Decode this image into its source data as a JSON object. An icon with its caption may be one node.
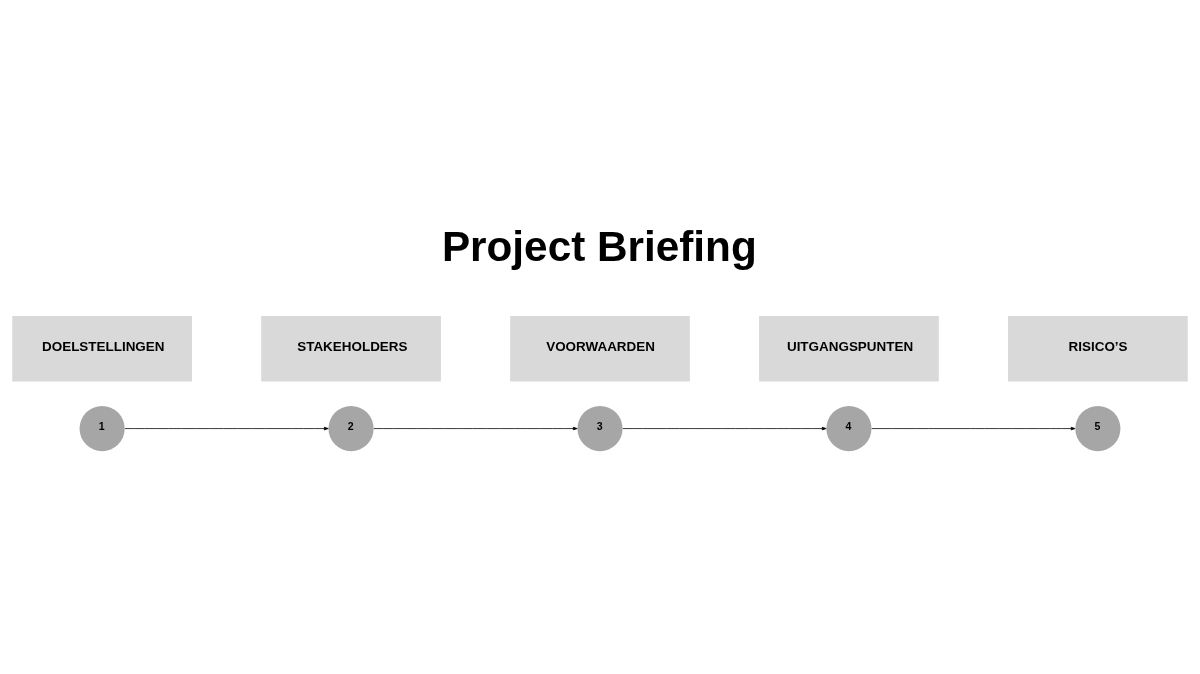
{
  "diagram": {
    "title": "Project Briefing",
    "nodes": [
      {
        "text": [
          "1"
        ]
      },
      {
        "text": [
          "2"
        ]
      },
      {
        "text": [
          "3"
        ]
      },
      {
        "text": [
          "4"
        ]
      },
      {
        "text": [
          "5"
        ]
      },
      {
        "text": [
          "DOELSTELLINGEN"
        ]
      },
      {
        "text": [
          "STAKEHOLDERS"
        ]
      },
      {
        "text": [
          "VOORWAARDEN"
        ]
      },
      {
        "text": [
          "UITGANGSPUNTEN"
        ]
      },
      {
        "text": [
          "RISICO’S"
        ]
      }
    ],
    "edges": [
      {
        "from": 0,
        "to": 1,
        "arrow": "to"
      },
      {
        "from": 1,
        "to": 2,
        "arrow": "to"
      },
      {
        "from": 2,
        "to": 3,
        "arrow": "to"
      },
      {
        "from": 3,
        "to": 4,
        "arrow": "to"
      }
    ]
  }
}
